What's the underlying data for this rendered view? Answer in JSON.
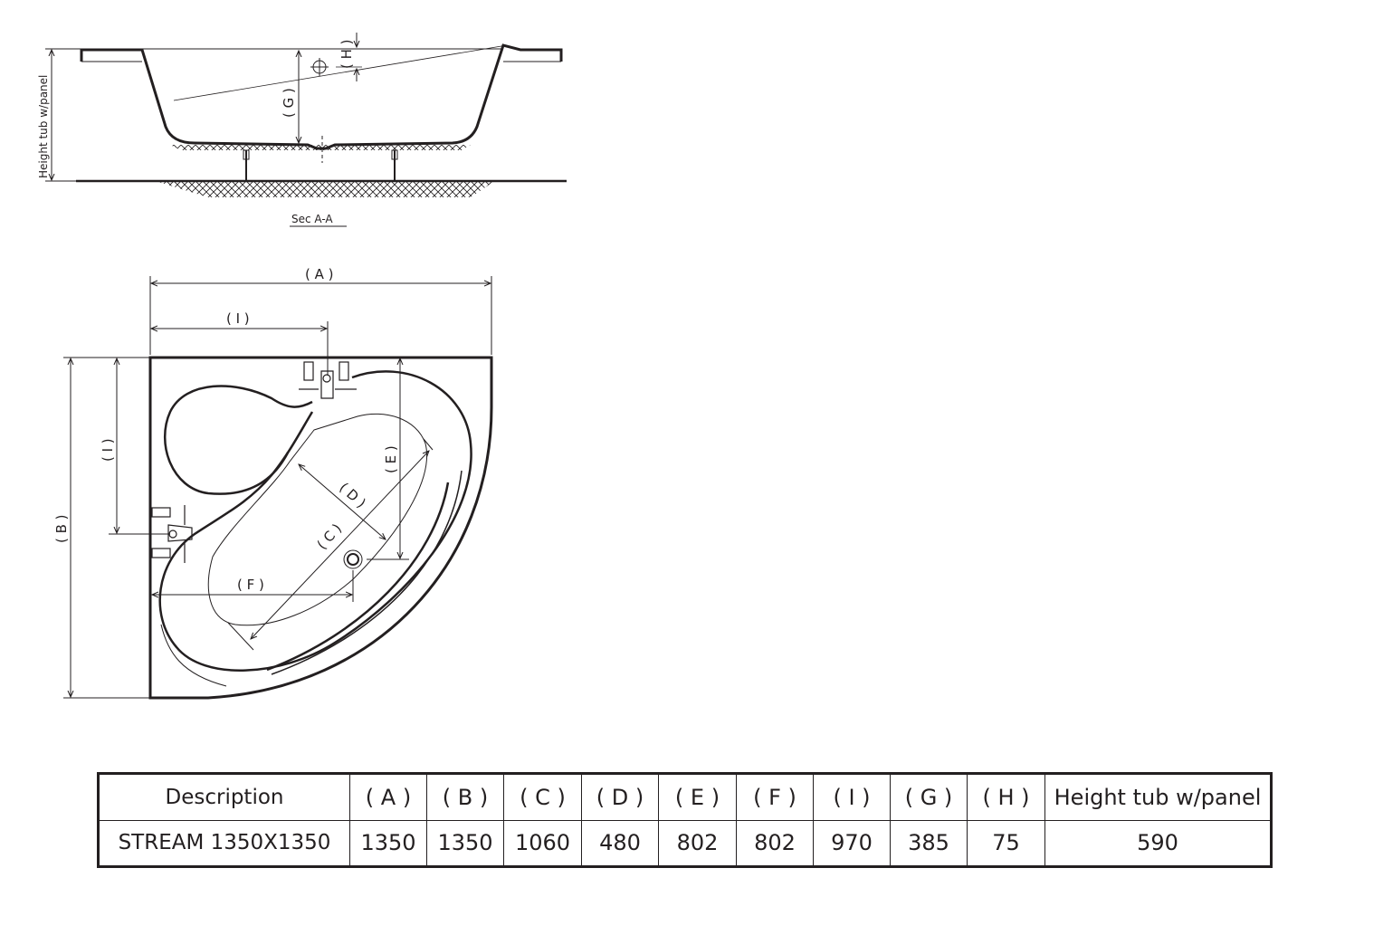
{
  "section": {
    "title": "Sec A-A",
    "height_label": "Height tub w/panel",
    "dim_g": "( G )",
    "dim_h": "( H )"
  },
  "plan": {
    "dim_a": "( A )",
    "dim_b": "( B )",
    "dim_c": "( C )",
    "dim_d": "( D )",
    "dim_e": "( E )",
    "dim_f": "( F )",
    "dim_i_top": "( I )",
    "dim_i_left": "( I )"
  },
  "table": {
    "headers": [
      "Description",
      "( A )",
      "( B )",
      "( C )",
      "( D )",
      "( E )",
      "( F )",
      "( I )",
      "( G )",
      "( H )",
      "Height tub w/panel"
    ],
    "rows": [
      [
        "STREAM 1350X1350",
        "1350",
        "1350",
        "1060",
        "480",
        "802",
        "802",
        "970",
        "385",
        "75",
        "590"
      ]
    ]
  },
  "colors": {
    "line": "#231f20",
    "background": "#ffffff"
  }
}
